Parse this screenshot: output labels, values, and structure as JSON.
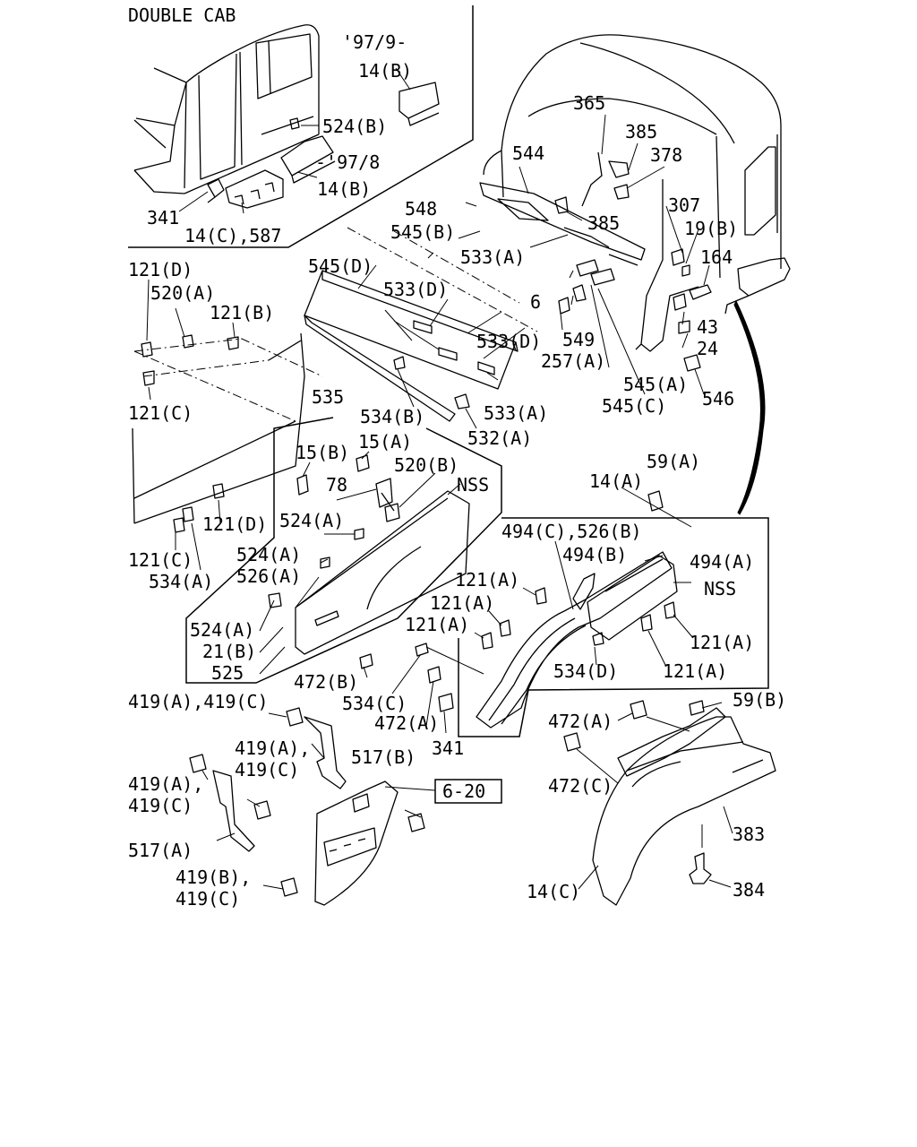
{
  "colors": {
    "line": "#000000",
    "background": "#ffffff"
  },
  "inset": {
    "title": "DOUBLE CAB",
    "date_from": "'97/9-",
    "date_to": "-'97/8"
  },
  "labels": {
    "l365": "365",
    "l385a": "385",
    "l378": "378",
    "l544": "544",
    "l548": "548",
    "l385b": "385",
    "l341a": "341",
    "l14c587": "14(C),587",
    "l14b_a": "14(B)",
    "l524b": "524(B)",
    "l14b_b": "14(B)",
    "l307": "307",
    "l19b": "19(B)",
    "l164": "164",
    "l43": "43",
    "l24": "24",
    "l546": "546",
    "l545b": "545(B)",
    "l533a_a": "533(A)",
    "l545d": "545(D)",
    "l533d_a": "533(D)",
    "l6": "6",
    "l533d_b": "533(D)",
    "l549": "549",
    "l257a": "257(A)",
    "l545a": "545(A)",
    "l545c": "545(C)",
    "l533a_b": "533(A)",
    "l532a": "532(A)",
    "l534b": "534(B)",
    "l535": "535",
    "l121d_a": "121(D)",
    "l520a": "520(A)",
    "l121b": "121(B)",
    "l121c_a": "121(C)",
    "l121d_b": "121(D)",
    "l121c_b": "121(C)",
    "l534a": "534(A)",
    "l15b": "15(B)",
    "l15a": "15(A)",
    "l520b": "520(B)",
    "l78": "78",
    "lnss_a": "NSS",
    "l524a_a": "524(A)",
    "l524a_b": "524(A)",
    "l526a": "526(A)",
    "l524a_c": "524(A)",
    "l21b": "21(B)",
    "l525": "525",
    "l472b": "472(B)",
    "l14a": "14(A)",
    "l59a": "59(A)",
    "l494c526b": "494(C),526(B)",
    "l494b": "494(B)",
    "l494a": "494(A)",
    "lnss_b": "NSS",
    "l121a_a": "121(A)",
    "l121a_b": "121(A)",
    "l121a_c": "121(A)",
    "l121a_d": "121(A)",
    "l121a_e": "121(A)",
    "l534d": "534(D)",
    "l534c": "534(C)",
    "l472a_a": "472(A)",
    "l341b": "341",
    "l419ac_top": "419(A),419(C)",
    "l419a_m": "419(A),",
    "l419c_m": "419(C)",
    "l517b": "517(B)",
    "l419a_l": "419(A),",
    "l419c_l": "419(C)",
    "l517a": "517(A)",
    "l419b": "419(B),",
    "l419c_b": "419(C)",
    "l620": "6-20",
    "l59b": "59(B)",
    "l472a_b": "472(A)",
    "l472c": "472(C)",
    "l383": "383",
    "l14c": "14(C)",
    "l384": "384"
  }
}
